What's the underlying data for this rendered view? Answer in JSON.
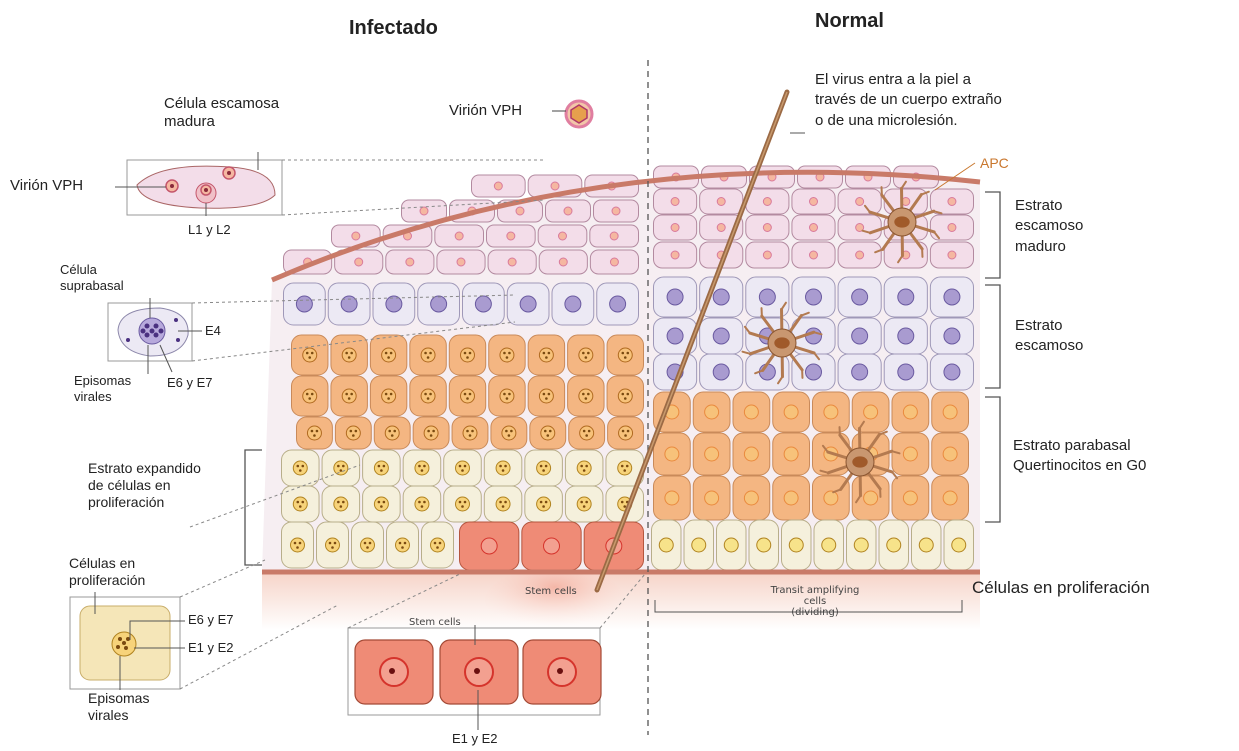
{
  "headings": {
    "infected": "Infectado",
    "normal": "Normal"
  },
  "labels": {
    "virion_top": "Virión VPH",
    "virion_left": "Virión VPH",
    "mature_squamous_cell": [
      "Célula escamosa",
      "madura"
    ],
    "l1_l2": "L1 y L2",
    "suprabasal_cell": [
      "Célula",
      "suprabasal"
    ],
    "e4": "E4",
    "episomes_1": [
      "Episomas",
      "virales"
    ],
    "e6_e7_1": "E6 y E7",
    "expanded_stratum": [
      "Estrato expandido",
      "de células en",
      "proliferación"
    ],
    "proliferating_cells_left": [
      "Células en",
      "proliferación"
    ],
    "e6_e7_2": "E6 y E7",
    "e1_e2_1": "E1 y E2",
    "episomes_2": [
      "Episomas",
      "virales"
    ],
    "stem_cells_inline": "Stem cells",
    "stem_cells_box": "Stem cells",
    "e1_e2_2": "E1 y E2",
    "virus_entry": [
      "El virus entra a la piel a",
      "través de un cuerpo extraño",
      "o de una microlesión."
    ],
    "apc": "APC",
    "mature_squamous_stratum": [
      "Estrato",
      "escamoso",
      "maduro"
    ],
    "squamous_stratum": [
      "Estrato",
      "escamoso"
    ],
    "parabasal_stratum": [
      "Estrato parabasal",
      "Quertinocitos en G0"
    ],
    "proliferating_cells_right": "Células en proliferación",
    "transit_amplifying": [
      "Transit amplifying cells",
      "(dividing)"
    ]
  },
  "colors": {
    "mature_cell": "#f3dde9",
    "mature_nucleus": "#d97a9c",
    "squamous_cell": "#ece9f4",
    "squamous_nucleus": "#a99bd0",
    "parabasal_cell": "#f4b682",
    "parabasal_nucleus": "#e98a3e",
    "basal_cell": "#f5f0dc",
    "basal_nucleus": "#e9c654",
    "stem_cell": "#ef8b76",
    "stem_nucleus": "#d5342c",
    "basement": "#c97a68",
    "apc": "#b37a50",
    "needle": "#9b6a45"
  }
}
